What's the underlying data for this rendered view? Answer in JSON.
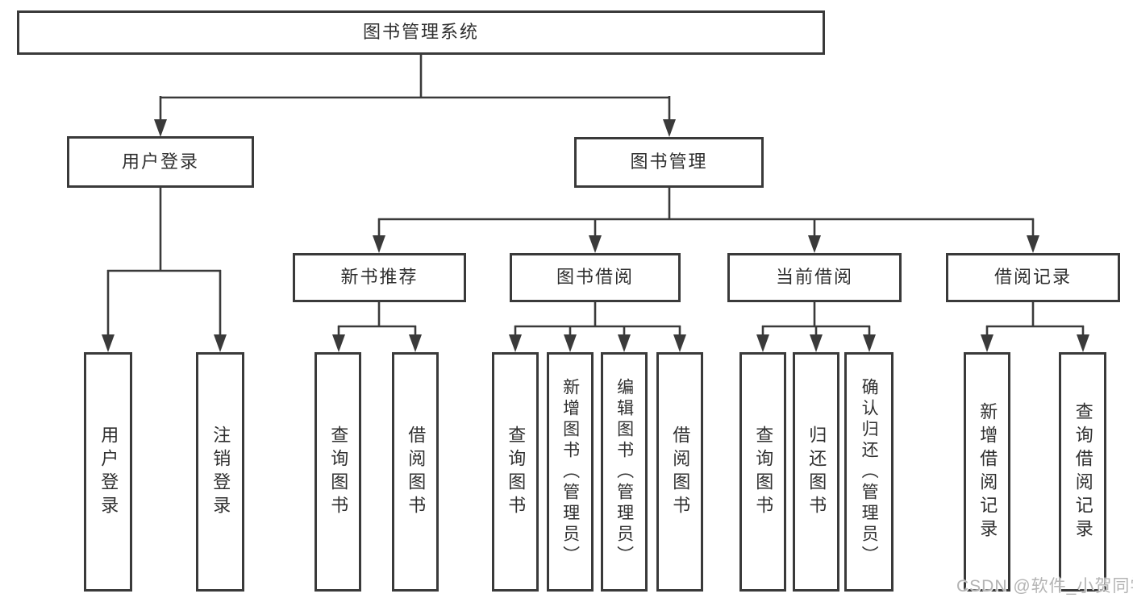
{
  "diagram": {
    "root": {
      "label": "图书管理系统"
    },
    "level2": [
      {
        "id": "user-login",
        "label": "用户登录"
      },
      {
        "id": "book-management",
        "label": "图书管理"
      }
    ],
    "level3": [
      {
        "id": "new-book-recommend",
        "parent": "图书管理",
        "label": "新书推荐"
      },
      {
        "id": "book-borrow",
        "parent": "图书管理",
        "label": "图书借阅"
      },
      {
        "id": "current-borrow",
        "parent": "图书管理",
        "label": "当前借阅"
      },
      {
        "id": "borrow-records",
        "parent": "图书管理",
        "label": "借阅记录"
      }
    ],
    "leaves": [
      {
        "parent": "用户登录",
        "label": "用户登录"
      },
      {
        "parent": "用户登录",
        "label": "注销登录"
      },
      {
        "parent": "新书推荐",
        "label": "查询图书"
      },
      {
        "parent": "新书推荐",
        "label": "借阅图书"
      },
      {
        "parent": "图书借阅",
        "label": "查询图书"
      },
      {
        "parent": "图书借阅",
        "label": "新增图书（管理员）"
      },
      {
        "parent": "图书借阅",
        "label": "编辑图书（管理员）"
      },
      {
        "parent": "图书借阅",
        "label": "借阅图书"
      },
      {
        "parent": "当前借阅",
        "label": "查询图书"
      },
      {
        "parent": "当前借阅",
        "label": "归还图书"
      },
      {
        "parent": "当前借阅",
        "label": "确认归还（管理员）"
      },
      {
        "parent": "借阅记录",
        "label": "新增借阅记录"
      },
      {
        "parent": "借阅记录",
        "label": "查询借阅记录"
      }
    ]
  },
  "watermark": {
    "text": "CSDN @软件_小贺同学"
  },
  "colors": {
    "line": "#3a3a3a",
    "text": "#2f2f2f",
    "background": "#ffffff",
    "watermark": "#b4b4b4"
  }
}
